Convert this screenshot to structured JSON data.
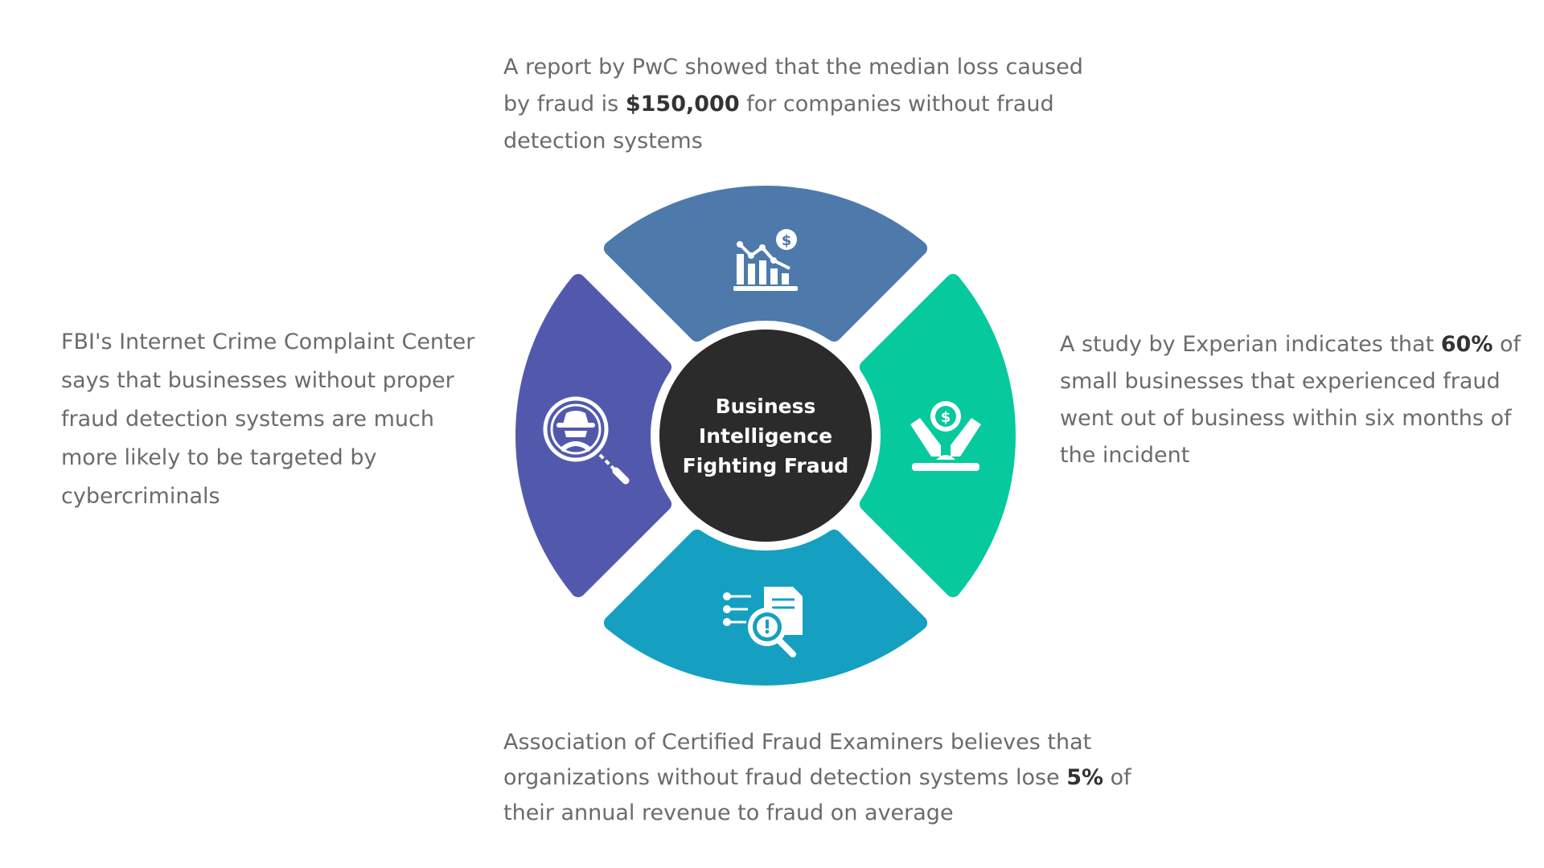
{
  "diagram": {
    "center_title": "Business\nIntelligence\nFighting Fraud",
    "colors": {
      "center": "#2b2b2b",
      "top_segment": "#4d7aab",
      "right_segment": "#06c99e",
      "bottom_segment": "#15a0c2",
      "left_segment": "#5259ad",
      "text": "#6b6b6b",
      "emphasis": "#333333"
    },
    "segments": [
      {
        "position": "top",
        "icon": "financial-chart-dollar-icon"
      },
      {
        "position": "right",
        "icon": "money-funnel-dollar-icon"
      },
      {
        "position": "bottom",
        "icon": "document-alert-magnifier-icon"
      },
      {
        "position": "left",
        "icon": "hacker-magnifier-icon"
      }
    ]
  },
  "notes": {
    "top": {
      "text_before": "A report by PwC showed that the median loss caused by fraud is ",
      "highlight": "$150,000",
      "text_after": " for companies without fraud detection systems"
    },
    "right": {
      "text_before": "A study by Experian indicates that ",
      "highlight": "60%",
      "text_after": " of small businesses that experienced fraud went out of business within six months of the incident"
    },
    "bottom": {
      "text_before": "Association of Certified Fraud Examiners  believes that organizations without fraud detection systems lose ",
      "highlight": "5%",
      "text_after": " of their annual revenue to fraud on average"
    },
    "left": {
      "text": "FBI's Internet Crime Complaint Center says that businesses without proper fraud detection systems are much more likely to be targeted by cybercriminals"
    }
  }
}
